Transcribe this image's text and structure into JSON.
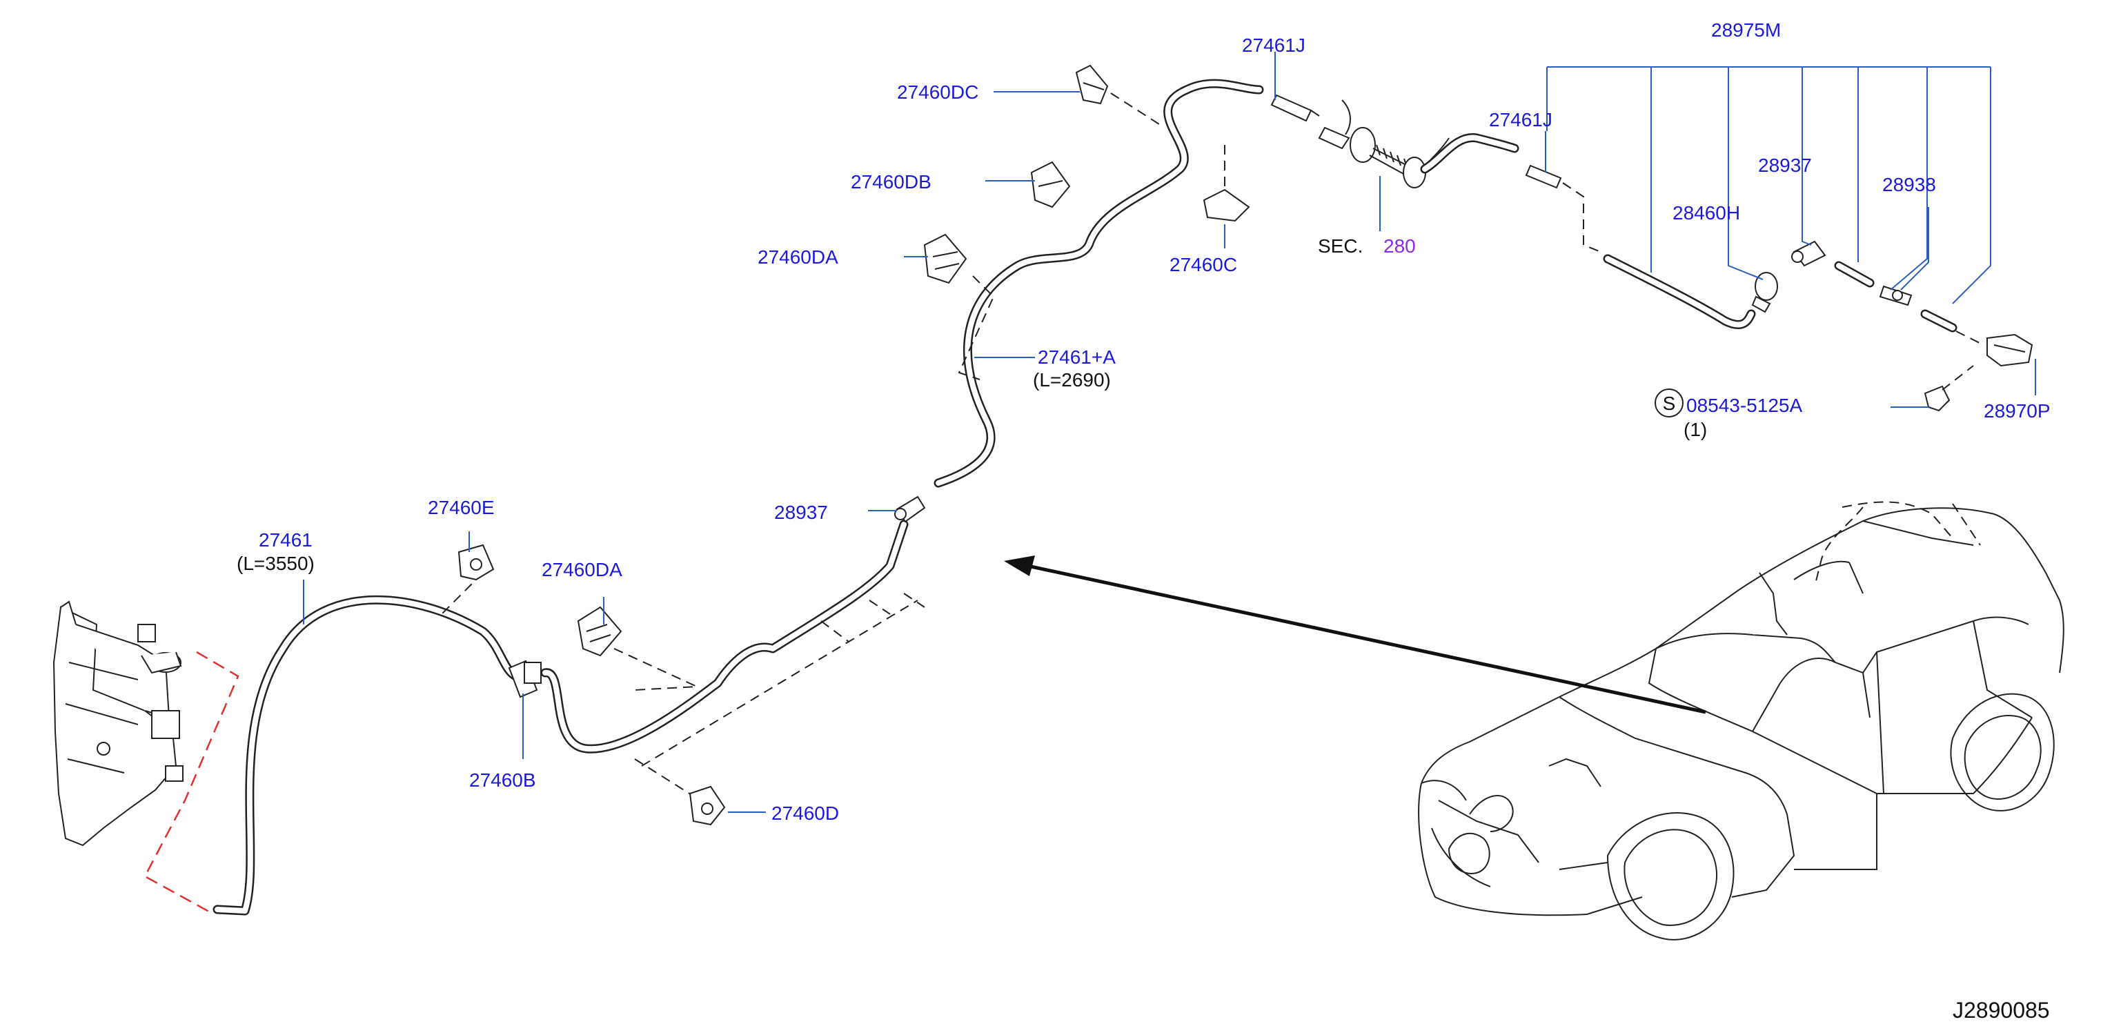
{
  "labels": {
    "p_27460DC": "27460DC",
    "p_27460DB": "27460DB",
    "p_27460DA_top": "27460DA",
    "p_27461J_top": "27461J",
    "p_27460C": "27460C",
    "p_27461A": "27461+A",
    "p_27461A_len": "(L=2690)",
    "p_sec_prefix": "SEC.",
    "p_sec_num": "280",
    "p_27461J_right": "27461J",
    "p_28975M": "28975M",
    "p_28937_right": "28937",
    "p_28938": "28938",
    "p_28460H": "28460H",
    "p_08543": "08543-5125A",
    "p_08543_qty": "(1)",
    "p_screw_symbol": "S",
    "p_28970P": "28970P",
    "p_27461_left": "27461",
    "p_27461_left_len": "(L=3550)",
    "p_27460E": "27460E",
    "p_27460DA_mid": "27460DA",
    "p_28937_mid": "28937",
    "p_27460B": "27460B",
    "p_27460D": "27460D",
    "drawing_id": "J2890085"
  },
  "colors": {
    "part_number": "#1a1adf",
    "section_ref": "#8a2be2",
    "leader_line": "#2a5fc0",
    "cut_line": "#e03030"
  }
}
